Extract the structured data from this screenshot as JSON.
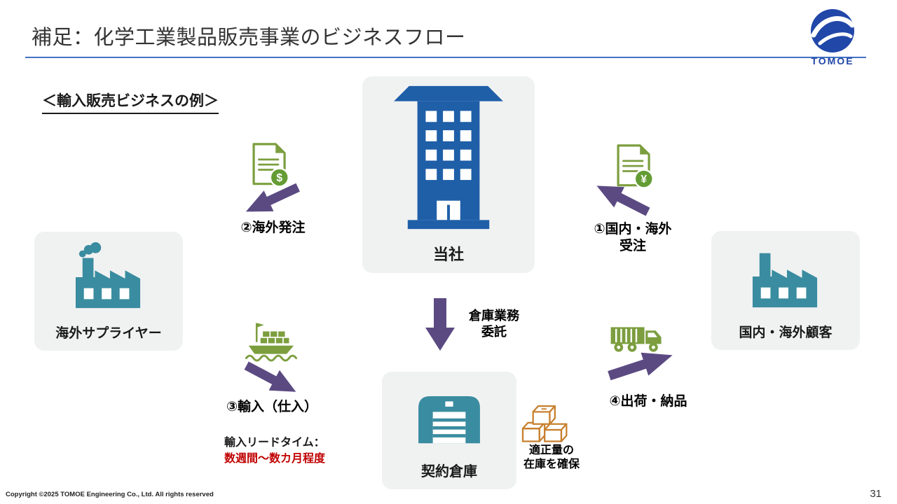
{
  "slide": {
    "title": "補足：化学工業製品販売事業のビジネスフロー",
    "subtitle": "＜輸入販売ビジネスの例＞",
    "footer": "Copyright ©2025 TOMOE Engineering Co., Ltd. All rights reserved",
    "page_number": "31"
  },
  "logo": {
    "text": "TOMOE"
  },
  "nodes": {
    "company": {
      "label": "当社"
    },
    "supplier": {
      "label": "海外サプライヤー"
    },
    "customer": {
      "label": "国内・海外顧客"
    },
    "warehouse": {
      "label": "契約倉庫"
    }
  },
  "flows": {
    "order_received": {
      "line1": "①国内・海外",
      "line2": "受注"
    },
    "overseas_order": {
      "label": "②海外発注"
    },
    "import": {
      "label": "③輸入（仕入）"
    },
    "shipping": {
      "label": "④出荷・納品"
    },
    "warehouse_outsourcing": {
      "line1": "倉庫業務",
      "line2": "委託"
    },
    "inventory": {
      "line1": "適正量の",
      "line2": "在庫を確保"
    }
  },
  "notes": {
    "lead_time_label": "輸入リードタイム：",
    "lead_time_value": "数週間～数カ月程度"
  },
  "icons": {
    "dollar_symbol": "$",
    "yen_symbol": "¥"
  },
  "colors": {
    "accent-blue": "#4472C4",
    "logo-blue": "#2147A8",
    "building-blue": "#1F5FA8",
    "teal": "#3A8CA0",
    "purple": "#5B4A82",
    "olive": "#7C9E3F",
    "badge-green": "#649C34",
    "orange": "#C8802F",
    "red": "#C00000",
    "card-bg": "#F0F2F2"
  }
}
